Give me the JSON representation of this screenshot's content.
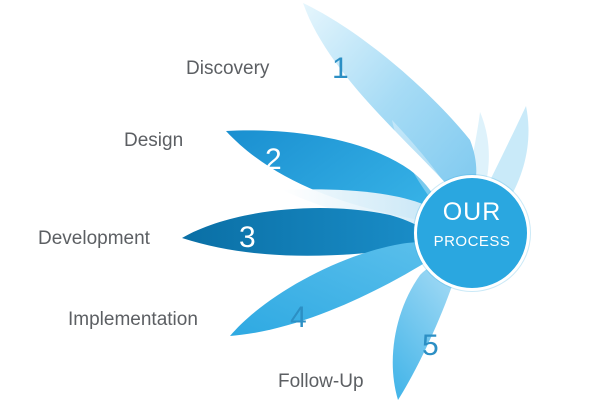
{
  "center": {
    "line1": "OUR",
    "line2": "PROCESS"
  },
  "steps": [
    {
      "number": "1",
      "label": "Discovery"
    },
    {
      "number": "2",
      "label": "Design"
    },
    {
      "number": "3",
      "label": "Development"
    },
    {
      "number": "4",
      "label": "Implementation"
    },
    {
      "number": "5",
      "label": "Follow-Up"
    }
  ],
  "colors": {
    "petal_light": "#a9dcf5",
    "petal_mid": "#2aa7e0",
    "petal_dark": "#0b84c2",
    "petal_darkest": "#0a73aa",
    "center": "#2aa7e0",
    "label_text": "#5c5f63"
  }
}
